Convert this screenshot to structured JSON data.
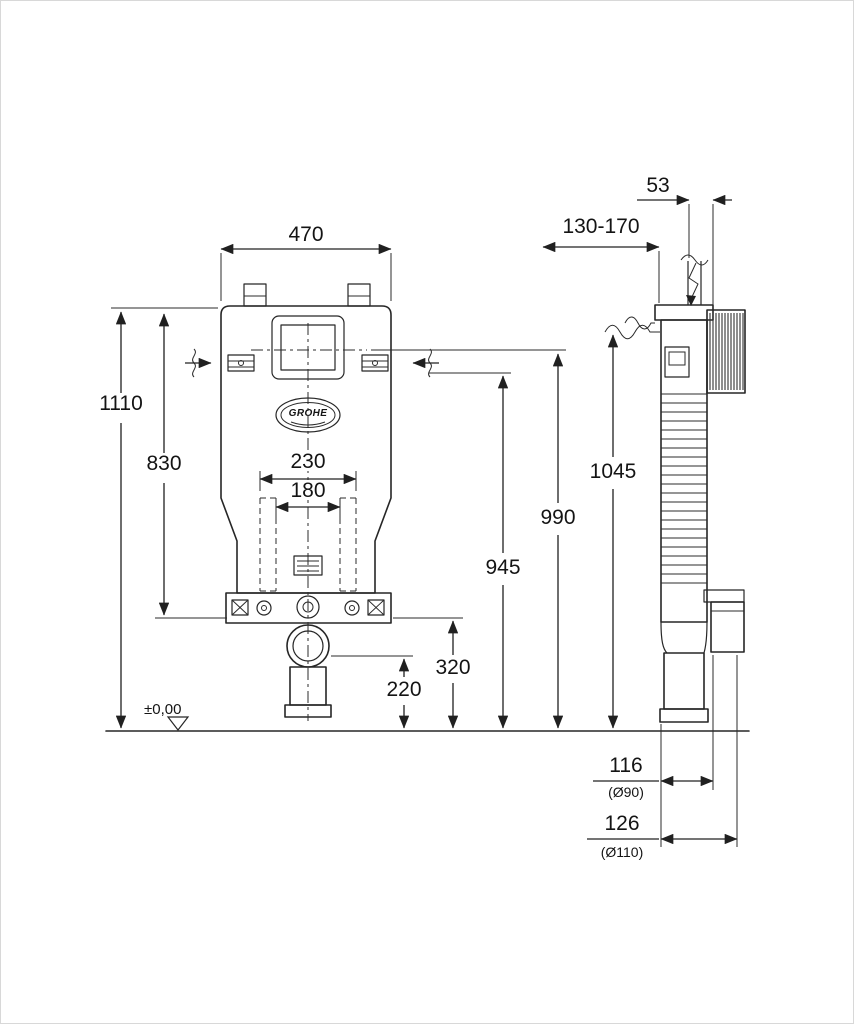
{
  "drawing": {
    "brand": "GROHE",
    "floor_level": "±0,00",
    "dimensions": {
      "top_width": "470",
      "pipe_offset": "53",
      "wall_range": "130-170",
      "total_height": "1110",
      "frame_height": "830",
      "outer_rail_width": "230",
      "inner_rail_width": "180",
      "side_height": "1045",
      "plate_height": "990",
      "outlet_height": "945",
      "bend_height": "320",
      "bend_center_height": "220",
      "outlet_offset_small": "116",
      "outlet_dia_small": "(Ø90)",
      "outlet_offset_large": "126",
      "outlet_dia_large": "(Ø110)"
    }
  }
}
